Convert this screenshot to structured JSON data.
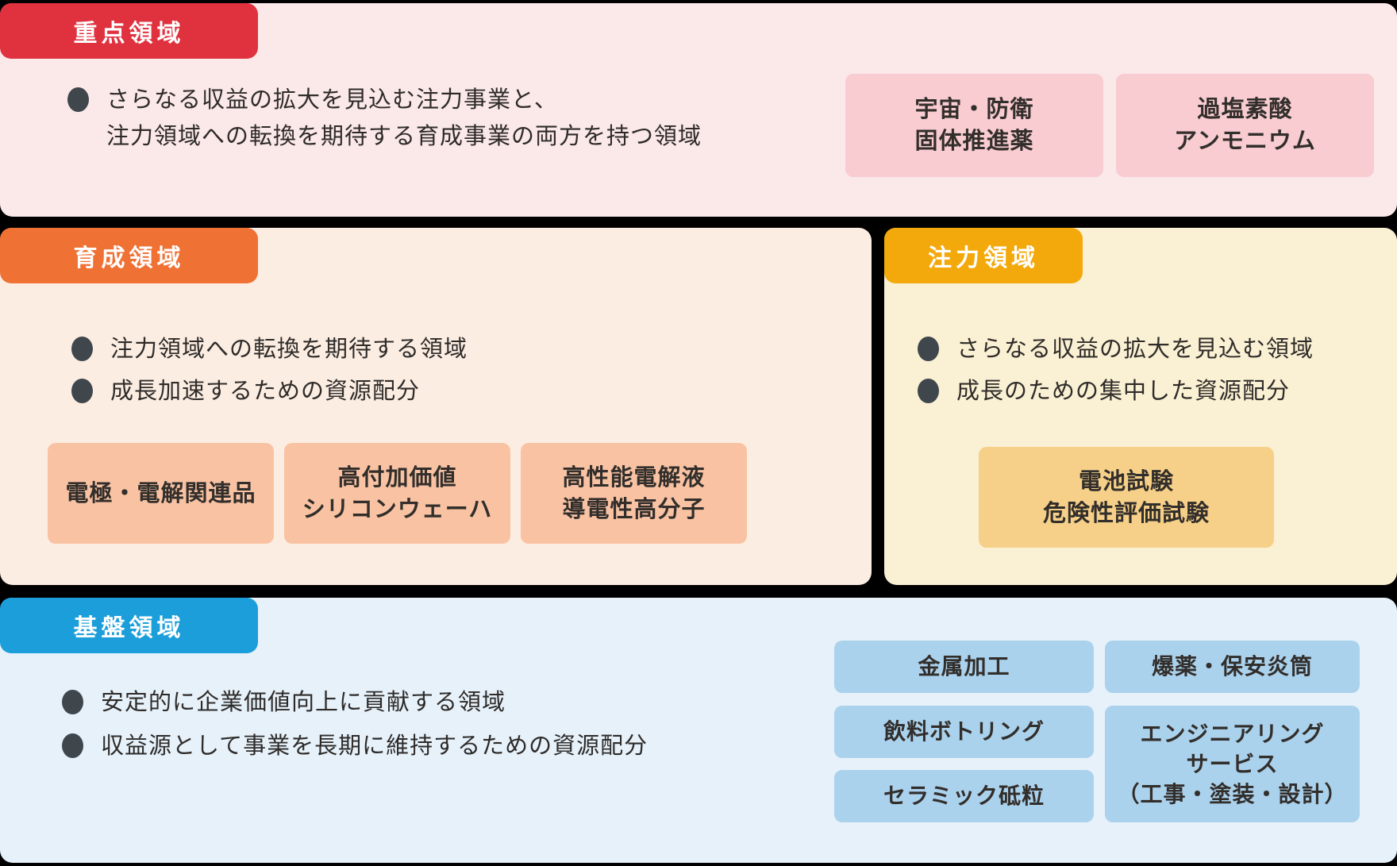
{
  "diagram": {
    "background": "#000000",
    "bullet_icon": "filled-circle",
    "bullet_color": "#3f474d",
    "text_color": "#2e2b29"
  },
  "sections": {
    "priority": {
      "badge_label": "重点領域",
      "bullets": [
        [
          "さらなる収益の拡大を見込む注力事業と、",
          "注力領域への転換を期待する育成事業の両方を持つ領域"
        ]
      ],
      "boxes": [
        [
          "宇宙・防衛",
          "固体推進薬"
        ],
        [
          "過塩素酸",
          "アンモニウム"
        ]
      ],
      "colors": {
        "badge": "#e0313f",
        "panel": "#fbe8e9",
        "box": "#f8ccd1"
      }
    },
    "development": {
      "badge_label": "育成領域",
      "bullets": [
        [
          "注力領域への転換を期待する領域"
        ],
        [
          "成長加速するための資源配分"
        ]
      ],
      "boxes": [
        [
          "電極・電解関連品"
        ],
        [
          "高付加価値",
          "シリコンウェーハ"
        ],
        [
          "高性能電解液",
          "導電性高分子"
        ]
      ],
      "colors": {
        "badge": "#ef7134",
        "panel": "#fcede2",
        "box": "#f9c3a3"
      }
    },
    "focus": {
      "badge_label": "注力領域",
      "bullets": [
        [
          "さらなる収益の拡大を見込む領域"
        ],
        [
          "成長のための集中した資源配分"
        ]
      ],
      "boxes": [
        [
          "電池試験",
          "危険性評価試験"
        ]
      ],
      "colors": {
        "badge": "#f3a90c",
        "panel": "#faf0d3",
        "box": "#f6d088"
      }
    },
    "foundation": {
      "badge_label": "基盤領域",
      "bullets": [
        [
          "安定的に企業価値向上に貢献する領域"
        ],
        [
          "収益源として事業を長期に維持するための資源配分"
        ]
      ],
      "box_columns": {
        "left": [
          [
            "金属加工"
          ],
          [
            "飲料ボトリング"
          ],
          [
            "セラミック砥粒"
          ]
        ],
        "right": [
          [
            "爆薬・保安炎筒"
          ],
          [
            "エンジニアリング",
            "サービス",
            "（工事・塗装・設計）"
          ]
        ]
      },
      "colors": {
        "badge": "#1c9eda",
        "panel": "#e6f1fa",
        "box": "#abd2ed"
      }
    }
  }
}
